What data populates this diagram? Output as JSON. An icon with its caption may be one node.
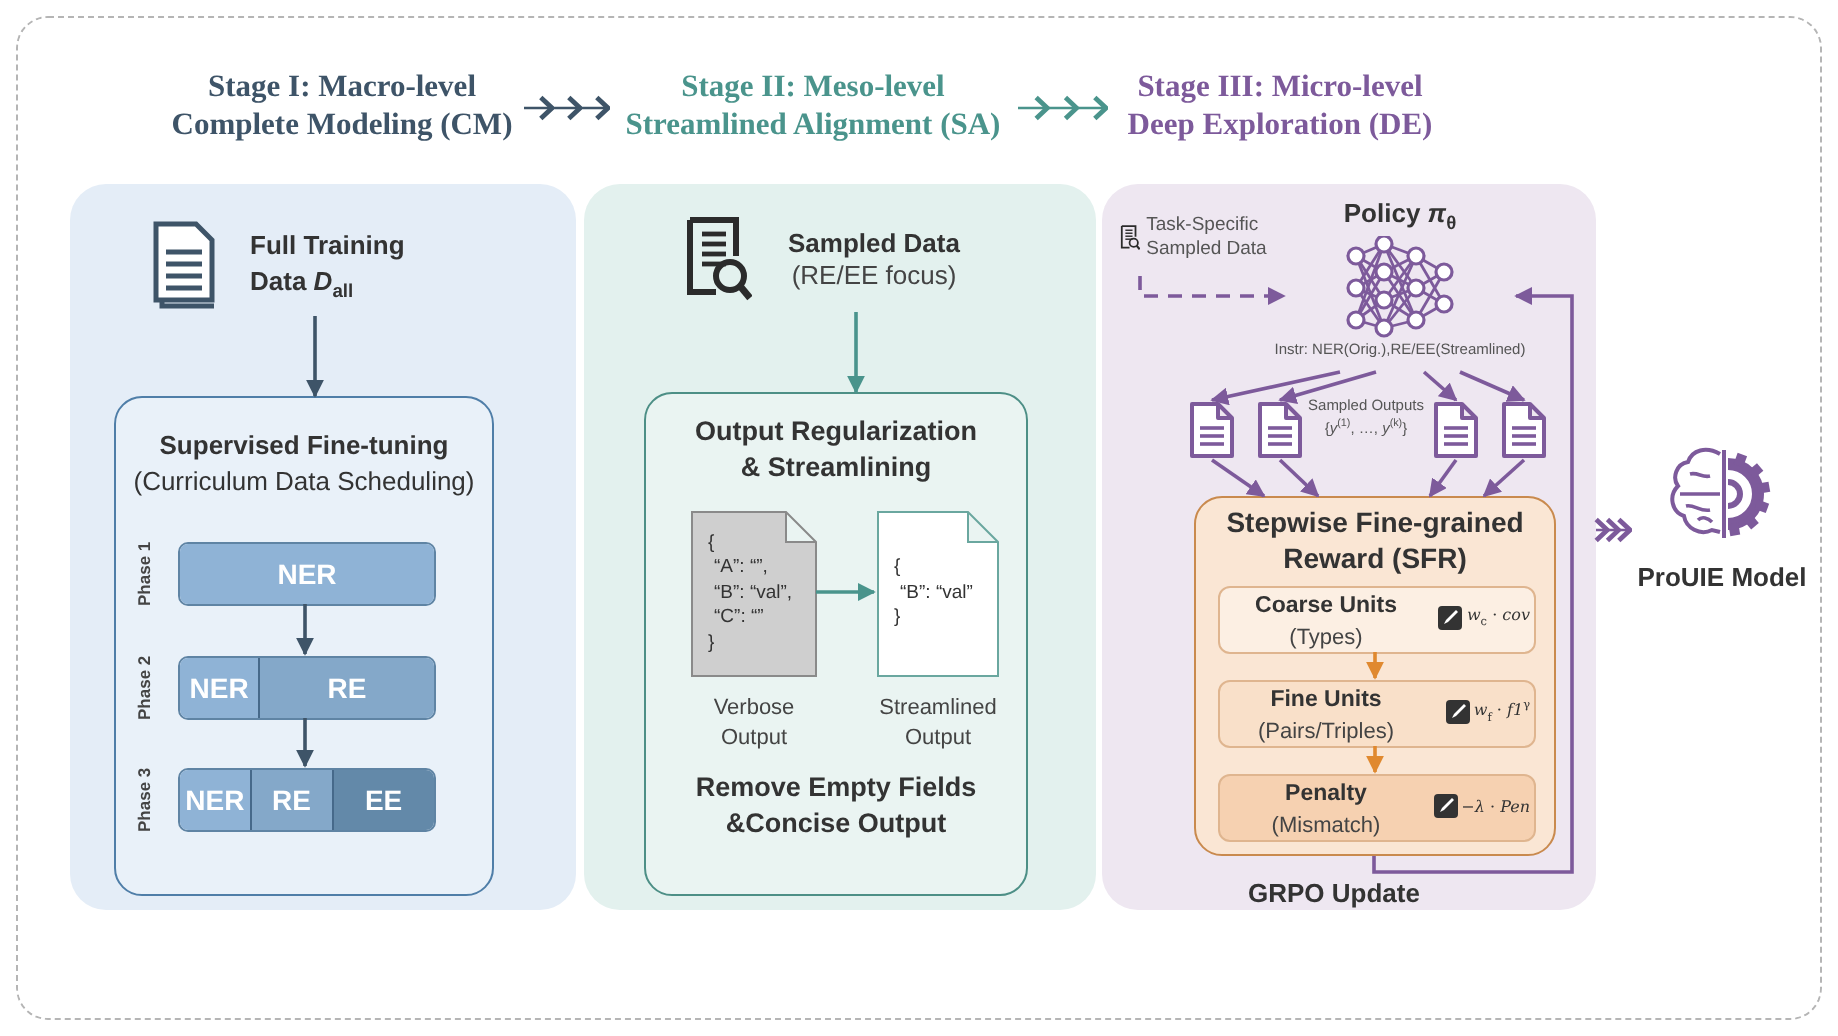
{
  "diagram": {
    "nodes": [
      {
        "text": [
          "Stage I: Macro-level Complete Modeling (CM)"
        ]
      },
      {
        "text": [
          "Stage II: Meso-level Streamlined Alignment (SA)"
        ]
      },
      {
        "text": [
          "Stage III: Micro-level Deep Exploration (DE)"
        ]
      },
      {
        "text": [],
        "shape": "box"
      },
      {
        "text": [
          "Full Training Data *D*$_{all}$"
        ],
        "in": 3
      },
      {
        "text": [
          "Supervised Fine-tuning",
          "(Curriculum Data Scheduling)"
        ],
        "in": 3
      },
      {
        "text": [
          "NER"
        ],
        "beside": [
          "Phase 1"
        ],
        "in": 5
      },
      {
        "text": [
          "NER",
          "RE"
        ],
        "beside": [
          "Phase 2"
        ],
        "in": 5
      },
      {
        "text": [
          "NER",
          "RE",
          "EE"
        ],
        "beside": [
          "Phase 3"
        ],
        "in": 5
      },
      {
        "text": [],
        "shape": "box"
      },
      {
        "text": [
          "Sampled Data",
          "(RE/EE focus)"
        ],
        "in": 9
      },
      {
        "text": [
          "Output Regularization & Streamlining",
          "Remove Empty Fields &Concise Output"
        ],
        "in": 9
      },
      {
        "text": [
          "{",
          "“A”: “”,",
          "“B”: “val”,",
          "“C”: “”",
          "}"
        ],
        "beside": [
          "Verbose Output"
        ],
        "in": 11
      },
      {
        "text": [
          "{",
          "“B”: “val”",
          "}"
        ],
        "beside": [
          "Streamlined Output"
        ],
        "in": 11
      },
      {
        "text": [],
        "shape": "box"
      },
      {
        "text": [
          "Task-Specific Sampled Data"
        ],
        "in": 14
      },
      {
        "text": [
          "Policy *π*$_{θ}$",
          "Instr: NER(Orig.),RE/EE(Streamlined)"
        ],
        "in": 14
      },
      {
        "text": [],
        "shape": "document",
        "in": 14
      },
      {
        "text": [],
        "shape": "document",
        "in": 14
      },
      {
        "text": [],
        "shape": "document",
        "in": 14
      },
      {
        "text": [],
        "shape": "document",
        "in": 14
      },
      {
        "text": [
          "Stepwise Fine-grained Reward (SFR)"
        ],
        "in": 14
      },
      {
        "text": [
          "Coarse Units",
          "(Types)",
          "*w*$_{c}$ · *cov*"
        ],
        "in": 21
      },
      {
        "text": [
          "Fine Units",
          "(Pairs/Triples)",
          "*w*$_{f}$ · *f1*$^{γ}$"
        ],
        "in": 21
      },
      {
        "text": [
          "Penalty",
          "(Mismatch)",
          "−*λ* · *Pen*"
        ],
        "in": 21
      },
      {
        "text": [
          "ProUIE Model"
        ]
      }
    ],
    "edges": [
      {
        "from": 0,
        "to": 1,
        "arrow": "to",
        "color": "#3e5468"
      },
      {
        "from": 1,
        "to": 2,
        "arrow": "to",
        "color": "#4a948c"
      },
      {
        "from": 4,
        "to": 5,
        "arrow": "to",
        "color": "#3e5468"
      },
      {
        "from": 6,
        "to": 7,
        "arrow": "to",
        "color": "#3e5468"
      },
      {
        "from": 7,
        "to": 8,
        "arrow": "to",
        "color": "#3e5468"
      },
      {
        "from": 10,
        "to": 11,
        "arrow": "to",
        "color": "#4a948c"
      },
      {
        "from": 12,
        "to": 13,
        "arrow": "to",
        "color": "#4a948c"
      },
      {
        "from": 15,
        "to": 16,
        "arrow": "to",
        "style": "dashed"
      },
      {
        "from": 16,
        "to": 17,
        "arrow": "to"
      },
      {
        "from": 16,
        "to": 18,
        "arrow": "to"
      },
      {
        "from": 16,
        "to": 19,
        "arrow": "to"
      },
      {
        "from": 16,
        "to": 20,
        "arrow": "to"
      },
      {
        "from": 17,
        "to": 21,
        "arrow": "to"
      },
      {
        "from": 18,
        "to": 21,
        "arrow": "to"
      },
      {
        "from": 19,
        "to": 21,
        "arrow": "to"
      },
      {
        "from": 20,
        "to": 21,
        "arrow": "to"
      },
      {
        "from": 22,
        "to": 23,
        "arrow": "to",
        "color": "#e0892f"
      },
      {
        "from": 23,
        "to": 24,
        "arrow": "to",
        "color": "#e0892f"
      },
      {
        "from": 21,
        "to": 16,
        "arrow": "to",
        "label": "GRPO Update"
      },
      {
        "from": 14,
        "to": 25,
        "arrow": "to"
      }
    ],
    "labels": [
      "Sampled Outputs",
      "{*y*$^{(1)}$, …, *y*$^{(k)}$}"
    ]
  }
}
